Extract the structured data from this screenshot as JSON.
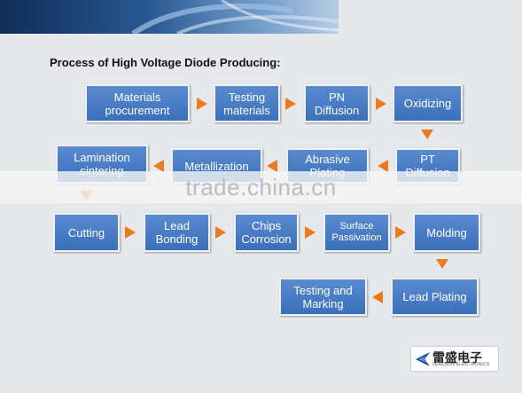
{
  "title": "Process of High Voltage Diode Producing:",
  "watermark": "trade.china.cn",
  "logo": {
    "chinese": "雷盛电子",
    "english": "LEADSUN ELECTRONICS"
  },
  "steps": [
    "Materials\nprocurement",
    "Testing\nmaterials",
    "PN\nDiffusion",
    "Oxidizing",
    "PT\nDiffusion",
    "Abrasive\nPlating",
    "Metallization",
    "Lamination\nsintering",
    "Cutting",
    "Lead\nBonding",
    "Chips\nCorrosion",
    "Surface\nPassivation",
    "Molding",
    "Lead  Plating",
    "Testing and\nMarking"
  ],
  "colors": {
    "box": "#4a7ec6",
    "arrow": "#ec7a1e",
    "background": "#e6e8ec"
  }
}
